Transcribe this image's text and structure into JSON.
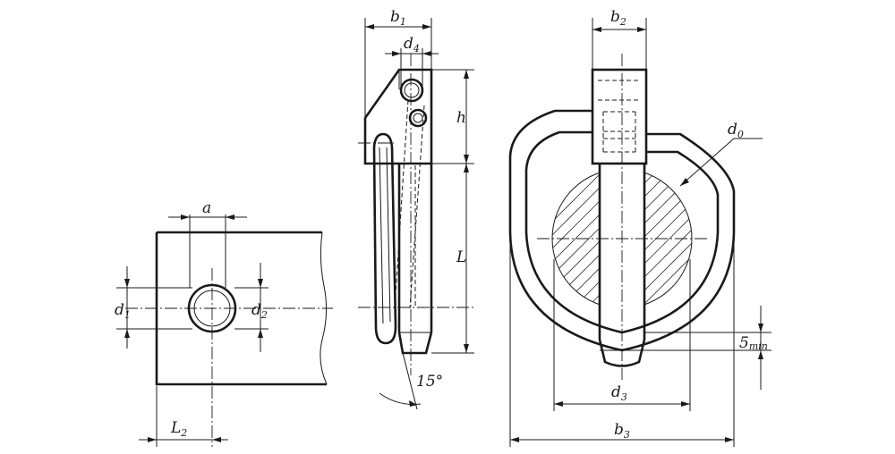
{
  "labels": {
    "a": "a",
    "d1_main": "d",
    "d1_sub": "1",
    "d2_main": "d",
    "d2_sub": "2",
    "L2_main": "L",
    "L2_sub": "2",
    "b1_main": "b",
    "b1_sub": "1",
    "d4_main": "d",
    "d4_sub": "4",
    "h": "h",
    "L": "L",
    "angle": "15°",
    "b2_main": "b",
    "b2_sub": "2",
    "d0_main": "d",
    "d0_sub": "0",
    "min_main": "5",
    "min_sub": "min",
    "d3_main": "d",
    "d3_sub": "3",
    "b3_main": "b",
    "b3_sub": "3"
  }
}
